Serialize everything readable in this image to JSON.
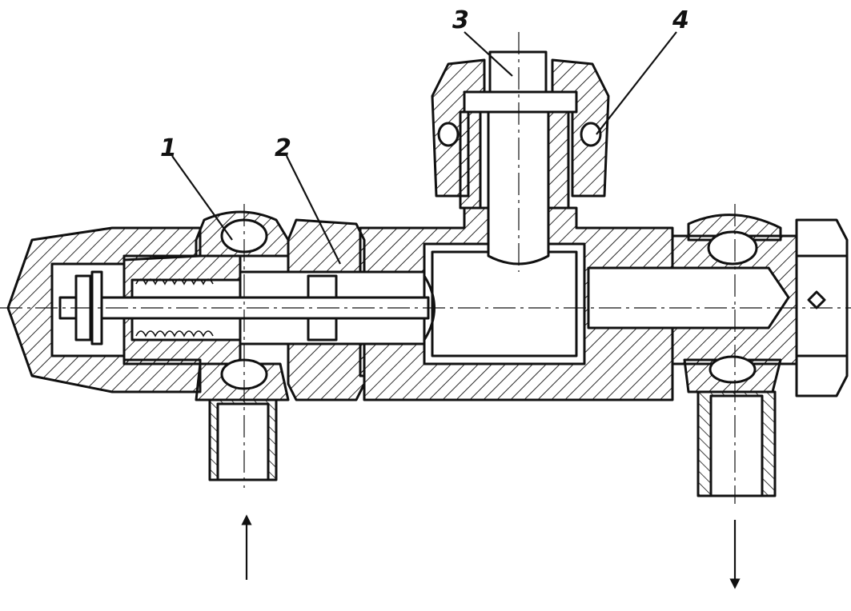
{
  "callouts": [
    {
      "label": "1"
    },
    {
      "label": "2"
    },
    {
      "label": "3"
    },
    {
      "label": "4"
    }
  ],
  "arrows": [
    {
      "direction": "up"
    },
    {
      "direction": "down"
    }
  ]
}
